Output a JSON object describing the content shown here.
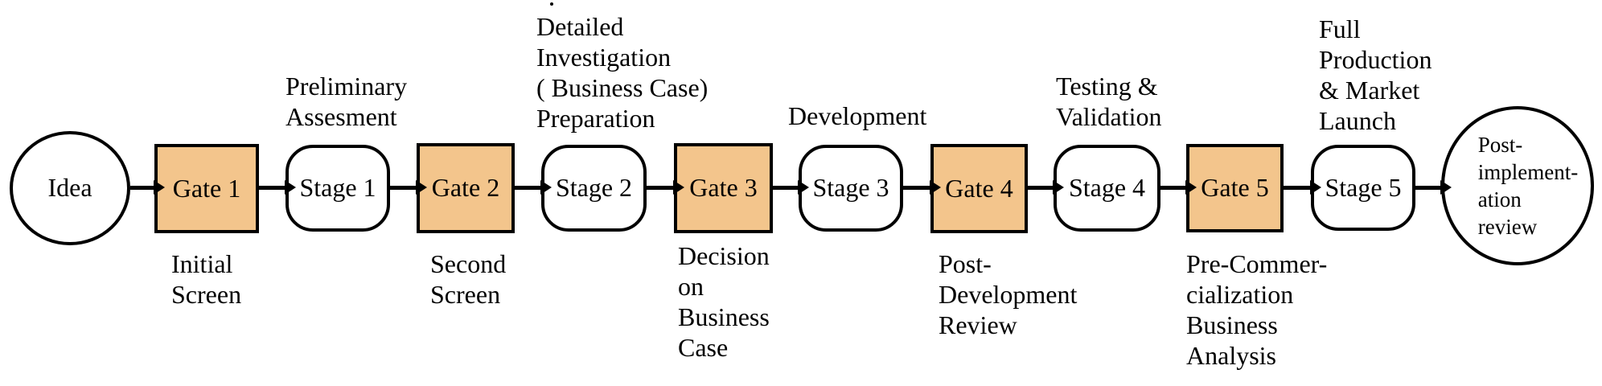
{
  "colors": {
    "gate_fill": "#f3c58c",
    "outline": "#000000",
    "text": "#000000",
    "background": "#ffffff"
  },
  "flow": {
    "nodes": [
      {
        "id": "idea",
        "shape": "circle",
        "label": "Idea"
      },
      {
        "id": "gate-1",
        "shape": "gate",
        "label": "Gate 1"
      },
      {
        "id": "stage-1",
        "shape": "stage",
        "label": "Stage 1"
      },
      {
        "id": "gate-2",
        "shape": "gate",
        "label": "Gate 2"
      },
      {
        "id": "stage-2",
        "shape": "stage",
        "label": "Stage 2"
      },
      {
        "id": "gate-3",
        "shape": "gate",
        "label": "Gate 3"
      },
      {
        "id": "stage-3",
        "shape": "stage",
        "label": "Stage 3"
      },
      {
        "id": "gate-4",
        "shape": "gate",
        "label": "Gate 4"
      },
      {
        "id": "stage-4",
        "shape": "stage",
        "label": "Stage 4"
      },
      {
        "id": "gate-5",
        "shape": "gate",
        "label": "Gate 5"
      },
      {
        "id": "stage-5",
        "shape": "stage",
        "label": "Stage 5"
      },
      {
        "id": "post-implementation-review",
        "shape": "circle",
        "label": "Post-\nimplement-\nation\nreview"
      }
    ],
    "captions_above": [
      {
        "for": "stage-1",
        "text": "Preliminary\nAssesment"
      },
      {
        "for": "stage-2",
        "text": "Detailed\nInvestigation\n( Business Case)\nPreparation"
      },
      {
        "for": "stage-3",
        "text": "Development"
      },
      {
        "for": "stage-4",
        "text": "Testing &\nValidation"
      },
      {
        "for": "stage-5",
        "text": "Full\nProduction\n& Market\nLaunch"
      }
    ],
    "captions_below": [
      {
        "for": "gate-1",
        "text": "Initial\nScreen"
      },
      {
        "for": "gate-2",
        "text": "Second\nScreen"
      },
      {
        "for": "gate-3",
        "text": "Decision\non\nBusiness\nCase"
      },
      {
        "for": "gate-4",
        "text": "Post-\nDevelopment\nReview"
      },
      {
        "for": "gate-5",
        "text": "Pre-Commer-\ncialization\nBusiness\nAnalysis"
      }
    ]
  }
}
